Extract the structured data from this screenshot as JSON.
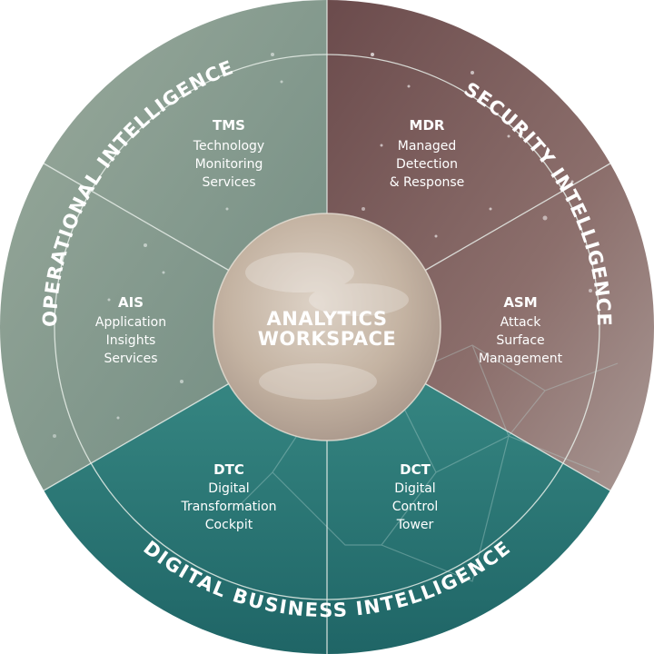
{
  "center": {
    "line1": "ANALYTICS",
    "line2": "WORKSPACE"
  },
  "domains": {
    "operational": "OPERATIONAL INTELLIGENCE",
    "security": "SECURITY INTELLIGENCE",
    "digital": "DIGITAL BUSINESS INTELLIGENCE"
  },
  "segments": {
    "tms": {
      "code": "TMS",
      "lines": [
        "Technology",
        "Monitoring",
        "Services"
      ]
    },
    "mdr": {
      "code": "MDR",
      "lines": [
        "Managed",
        "Detection",
        "& Response"
      ]
    },
    "ais": {
      "code": "AIS",
      "lines": [
        "Application",
        "Insights",
        "Services"
      ]
    },
    "asm": {
      "code": "ASM",
      "lines": [
        "Attack",
        "Surface",
        "Management"
      ]
    },
    "dtc": {
      "code": "DTC",
      "lines": [
        "Digital",
        "Transformation",
        "Cockpit"
      ]
    },
    "dct": {
      "code": "DCT",
      "lines": [
        "Digital",
        "Control",
        "Tower"
      ]
    }
  },
  "colors": {
    "operational": "#8a9d90",
    "security": "#7a5f5f",
    "digital": "#2e7a7a",
    "center": "#c9b9a8",
    "divider": "#e8eee9"
  }
}
